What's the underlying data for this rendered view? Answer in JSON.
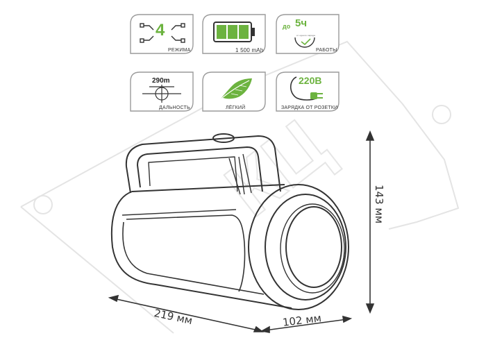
{
  "features": {
    "modes": {
      "number": "4",
      "label": "РЕЖИМА",
      "icon": "modes-arrows-icon"
    },
    "battery": {
      "label": "1 500 mAh",
      "icon": "battery-icon",
      "color": "#6cb33f"
    },
    "runtime": {
      "prefix": "до",
      "number": "5ч",
      "small": "от одного заряда",
      "label": "РАБОТЫ",
      "icon": "clock-icon"
    },
    "range": {
      "value": "290m",
      "label": "ДАЛЬНОСТЬ",
      "icon": "crosshair-icon"
    },
    "weight": {
      "label": "ЛЁГКИЙ",
      "icon": "feather-icon"
    },
    "charging": {
      "value": "220В",
      "label": "ЗАРЯДКА ОТ РОЗЕТКИ",
      "icon": "power-plug-icon"
    }
  },
  "dimensions": {
    "length": "219 мм",
    "depth": "102 мм",
    "height": "143 мм"
  },
  "watermark": {
    "text": "КЦ"
  },
  "colors": {
    "accent": "#6cb33f",
    "line": "#333333",
    "frame": "#9a9a9a"
  }
}
